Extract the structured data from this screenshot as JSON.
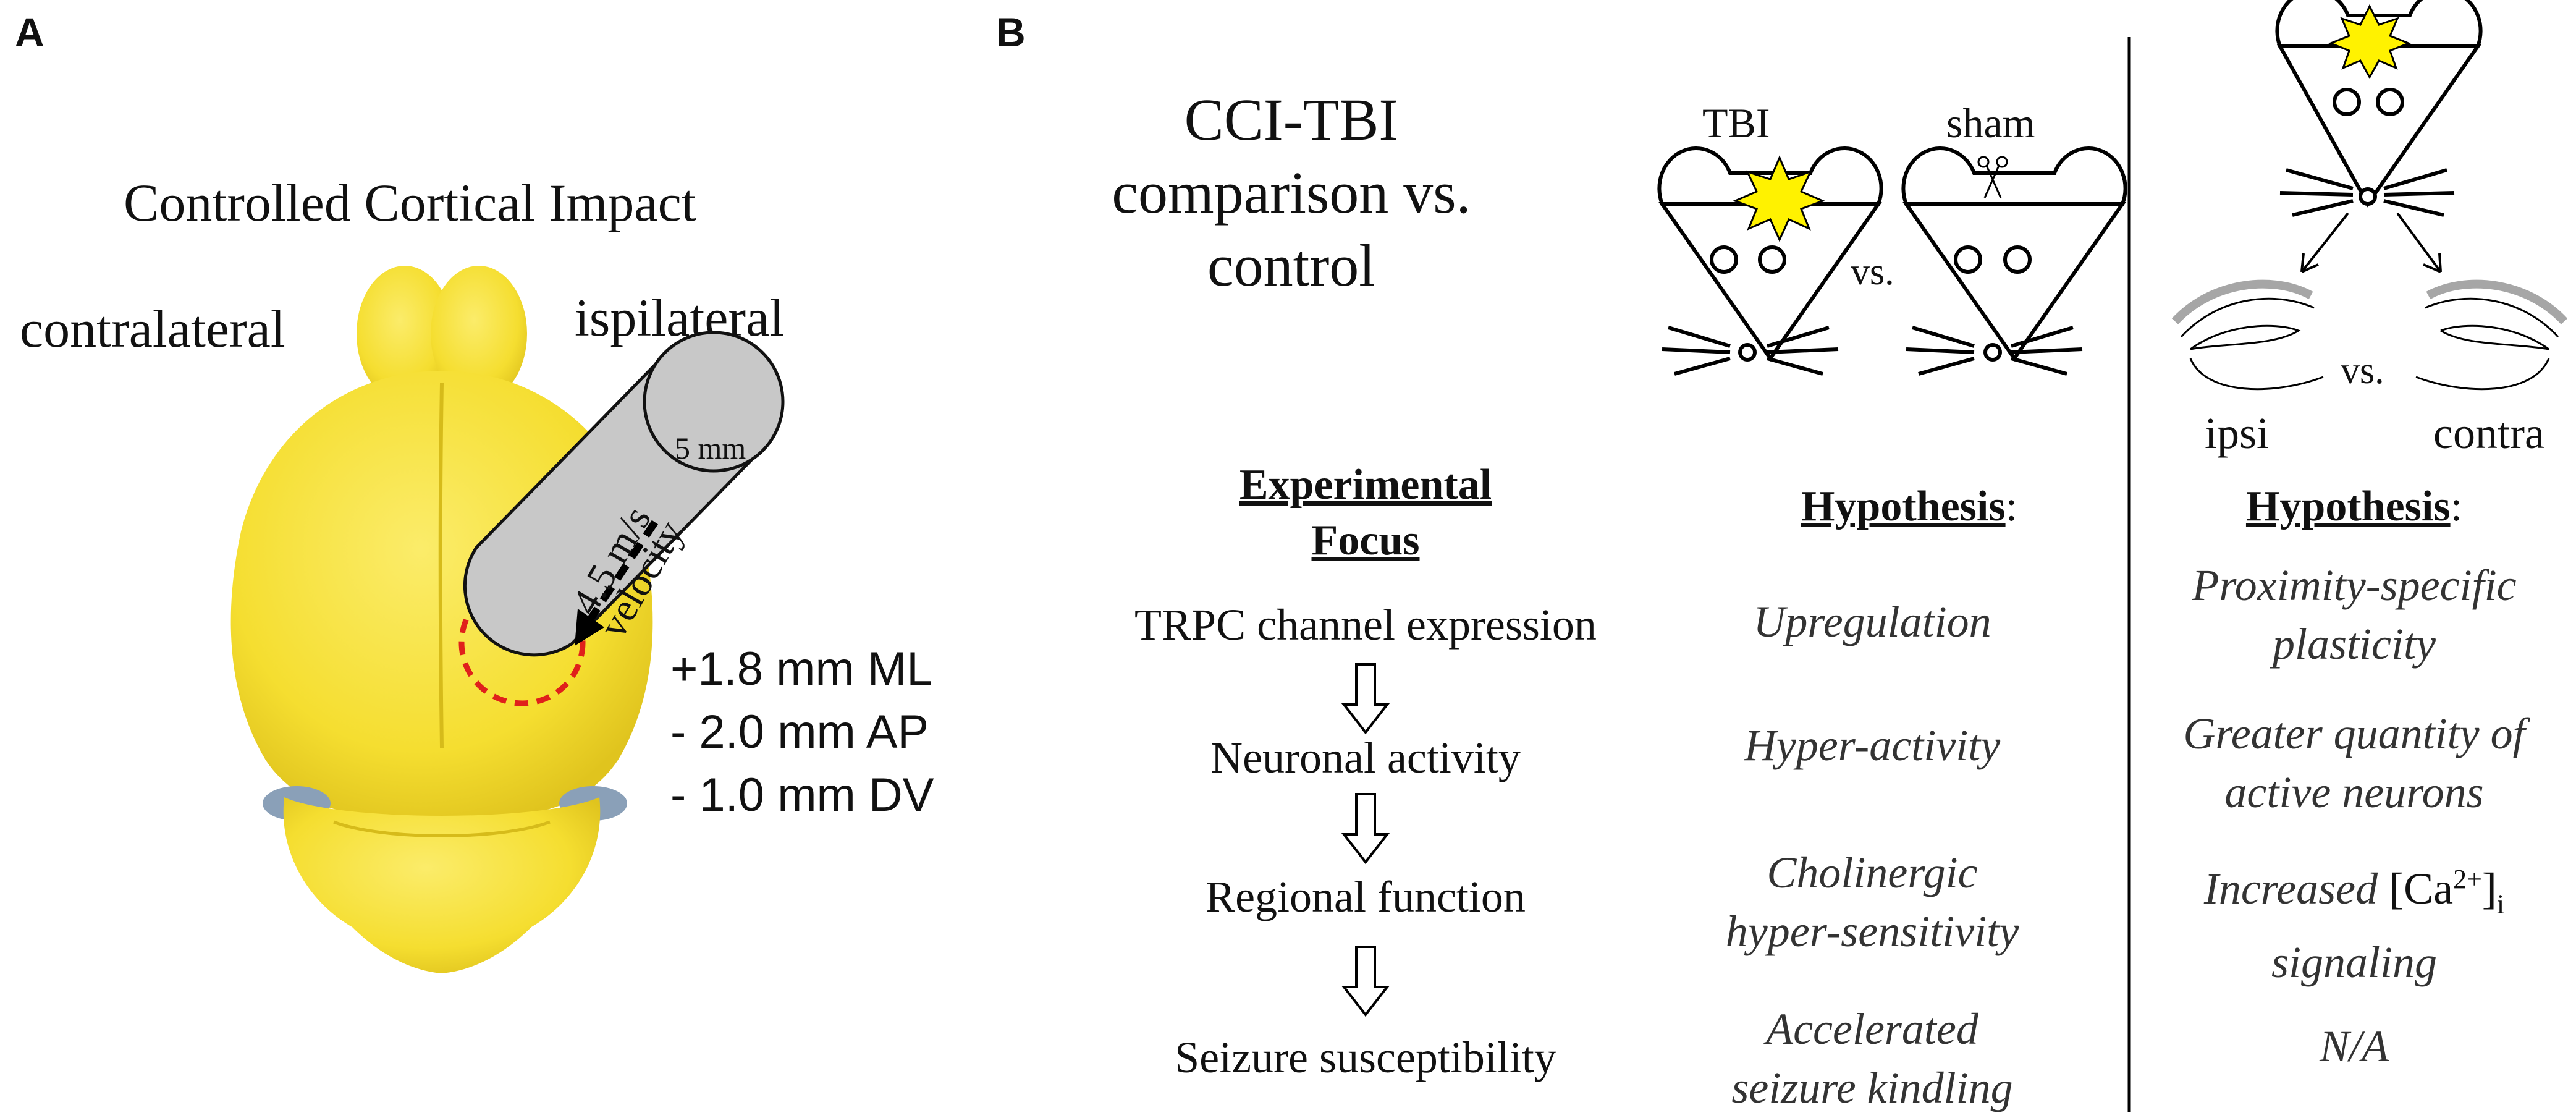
{
  "panel_a": {
    "letter": "A",
    "title": "Controlled Cortical Impact",
    "contralateral": "contralateral",
    "ipsilateral": "ispilateral",
    "tip_label": "5 mm",
    "speed": "4.5 m/s",
    "velocity": "velocity",
    "coords": [
      "+1.8 mm ML",
      "- 2.0 mm AP",
      "- 1.0 mm DV"
    ],
    "colors": {
      "brain": "#f7e23a",
      "impactor": "#c8c8c8",
      "impact_site": "#e0201b"
    }
  },
  "panel_b": {
    "letter": "B",
    "title_lines": [
      "CCI-TBI",
      "comparison vs.",
      "control"
    ],
    "tbi_label": "TBI",
    "sham_label": "sham",
    "vs": "vs.",
    "ipsi_label": "ipsi",
    "contra_label": "contra",
    "focus_header": [
      "Experimental",
      "Focus"
    ],
    "hypothesis_header": "Hypothesis",
    "colon": ":",
    "focus_items": [
      "TRPC channel expression",
      "Neuronal activity",
      "Regional function",
      "Seizure susceptibility"
    ],
    "hypotheses_tbi": [
      [
        "Upregulation"
      ],
      [
        "Hyper-activity"
      ],
      [
        "Cholinergic",
        "hyper-sensitivity"
      ],
      [
        "Accelerated",
        "seizure kindling"
      ]
    ],
    "hypotheses_side": {
      "h1": [
        "Proximity-specific",
        "plasticity"
      ],
      "h2": [
        "Greater quantity of",
        "active neurons"
      ],
      "h3_prefix": "Increased ",
      "h3_bracket_open": "[Ca",
      "h3_sup": "2+",
      "h3_bracket_close": "]",
      "h3_sub": "i",
      "h3_line2": "signaling",
      "h4": "N/A"
    },
    "colors": {
      "burst": "#fff200",
      "hippocampus_arc": "#a6a6a6"
    }
  }
}
